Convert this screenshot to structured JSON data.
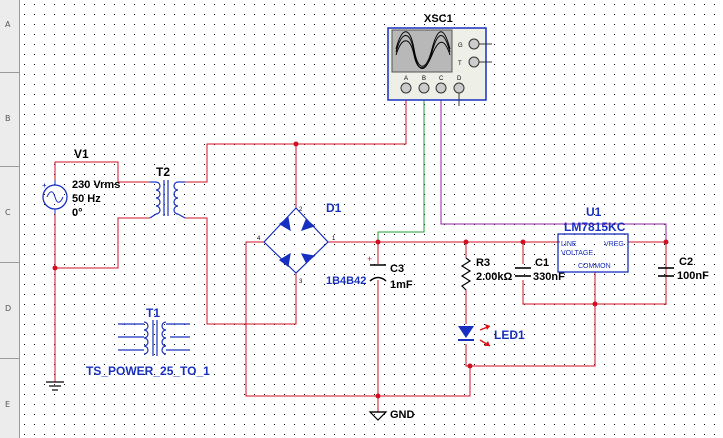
{
  "ruler": {
    "labels": [
      "A",
      "B",
      "C",
      "D",
      "E"
    ]
  },
  "colors": {
    "grid_dot": "#000000",
    "wire_red": "#d01020",
    "wire_green": "#20a030",
    "wire_purple": "#9020a0",
    "component_blue": "#1830c0",
    "label_black": "#000000",
    "led_red": "#e01010"
  },
  "components": {
    "scope": {
      "ref": "XSC1",
      "channels": [
        "A",
        "B",
        "C",
        "D"
      ],
      "trig_labels": [
        "G",
        "T"
      ]
    },
    "source": {
      "ref": "V1",
      "voltage": "230 Vrms",
      "freq": "50 Hz",
      "phase": "0°"
    },
    "transformer_t2": {
      "ref": "T2"
    },
    "bridge": {
      "ref": "D1",
      "part": "1B4B42",
      "pins": [
        "1",
        "2",
        "3",
        "4"
      ]
    },
    "cap_c3": {
      "ref": "C3",
      "value": "1mF"
    },
    "resistor_r3": {
      "ref": "R3",
      "value": "2.00kΩ"
    },
    "cap_c1": {
      "ref": "C1",
      "value": "330nF"
    },
    "regulator": {
      "ref": "U1",
      "part": "LM7815KC",
      "pin_line": "LINE",
      "pin_vreg": "VREG",
      "pin_voltage": "VOLTAGE",
      "pin_common": "COMMON"
    },
    "cap_c2": {
      "ref": "C2",
      "value": "100nF"
    },
    "led": {
      "ref": "LED1"
    },
    "transformer_t1": {
      "ref": "T1",
      "part": "TS_POWER_25_TO_1"
    },
    "ground": {
      "label": "GND"
    }
  }
}
